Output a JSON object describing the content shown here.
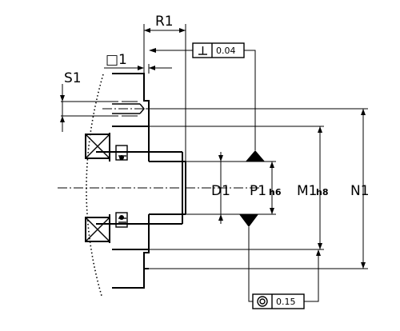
{
  "dimensions": {
    "r1": "R1",
    "d1_box": "□1",
    "s1": "S1",
    "d1": "D1",
    "p1": "P1",
    "p1_tol": "h6",
    "m1": "M1",
    "m1_tol": "h8",
    "n1": "N1"
  },
  "tolerances": {
    "perpendicularity_value": "0.04",
    "concentricity_value": "0.15"
  }
}
